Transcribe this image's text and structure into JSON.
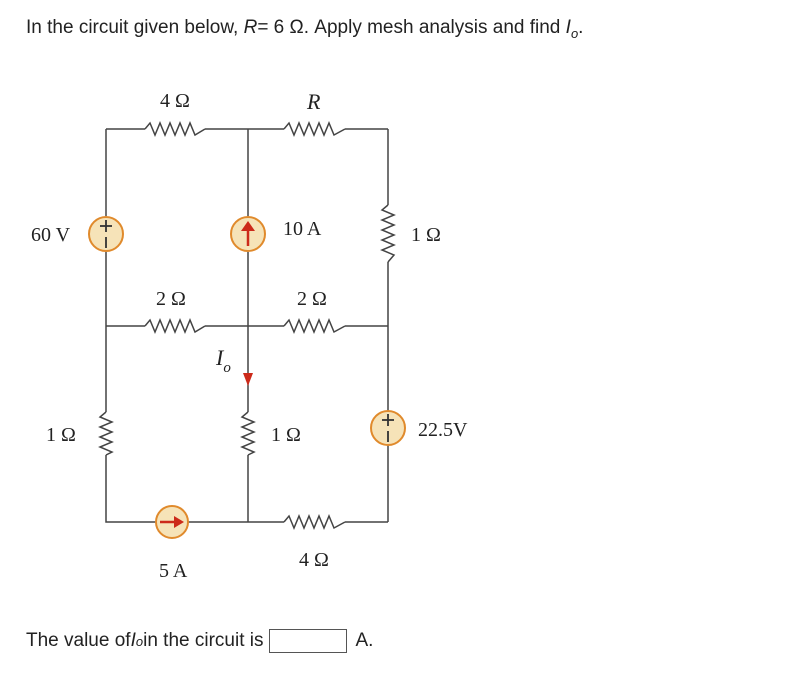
{
  "question": {
    "prefix": "In the circuit given below, ",
    "r_symbol": "R",
    "r_value": "= 6 Ω. Apply mesh analysis and find ",
    "io_symbol": "I",
    "io_sub": "o",
    "suffix": "."
  },
  "circuit": {
    "labels": {
      "res_top_left": "4 Ω",
      "res_top_right": "R",
      "vsrc_left": "60 V",
      "isrc_mid": "10 A",
      "res_right_top": "1 Ω",
      "res_mid_left": "2 Ω",
      "res_mid_right": "2 Ω",
      "io_symbol": "I",
      "io_sub": "o",
      "res_left_bottom": "1 Ω",
      "res_center_bottom": "1 Ω",
      "vsrc_right": "22.5V",
      "isrc_bottom": "5 A",
      "res_bottom_right": "4 Ω"
    },
    "colors": {
      "wire": "#444444",
      "source_fill": "#f6e3b8",
      "source_stroke": "#e08a2c",
      "arrow": "#cc2a1a"
    }
  },
  "answer": {
    "prefix": "The value of ",
    "io_symbol": "I",
    "io_sub": "o",
    "middle": " in the circuit is ",
    "input_value": "",
    "unit": "A."
  }
}
